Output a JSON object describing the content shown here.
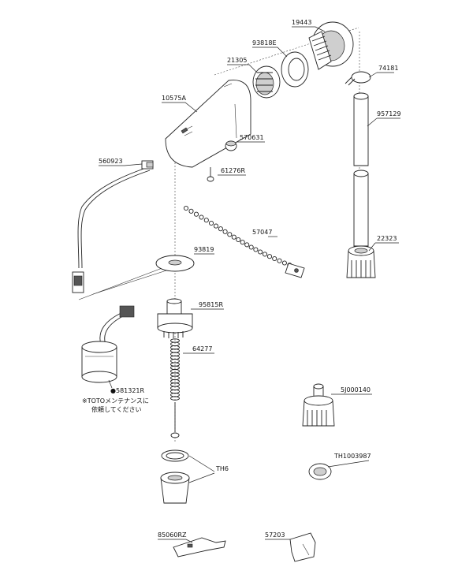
{
  "parts": {
    "p19443": "19443",
    "p93818E": "93818E",
    "p21305": "21305",
    "p74181": "74181",
    "p10575A": "10575A",
    "p957129": "957129",
    "p570631": "570631",
    "p560923": "560923",
    "p61276R": "61276R",
    "p57047": "57047",
    "p22323": "22323",
    "p93819": "93819",
    "p95815R": "95815R",
    "p64277": "64277",
    "p581321R": "●581321R",
    "p5J000140": "5J000140",
    "pTH1003987": "TH1003987",
    "pTH6": "TH6",
    "p85060RZ": "85060RZ",
    "p57203": "57203"
  },
  "note": {
    "line1": "※TOTOメンテナンスに",
    "line2": "依頼してください"
  }
}
